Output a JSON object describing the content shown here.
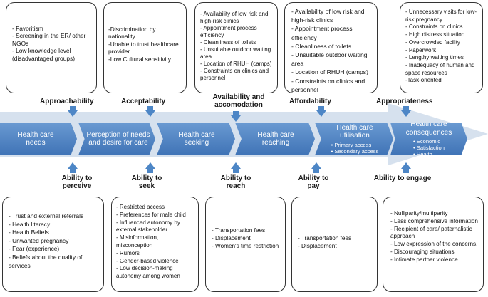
{
  "top_boxes": [
    {
      "items": [
        "- Favoritism",
        "- Screening in the ER/ other NGOs",
        "- Low knowledge level (disadvantaged groups)"
      ]
    },
    {
      "items": [
        "-Discrimination by nationality",
        "-Unable to trust healthcare provider",
        "-Low Cultural sensitivity"
      ]
    },
    {
      "items": [
        "- Availability of low risk and high-risk clinics",
        "- Appointment process efficiency",
        "- Cleanliness of toilets",
        "- Unsuitable outdoor waiting area",
        "- Location of RHUH (camps)",
        "- Constraints on clinics and personnel"
      ]
    },
    {
      "items": [
        "- Availability of low risk and high-risk clinics",
        "- Appointment process efficiency",
        "- Cleanliness of toilets",
        "- Unsuitable outdoor waiting area",
        "- Location of RHUH (camps)",
        "- Constraints on clinics and personnel"
      ]
    },
    {
      "items": [
        "- Unnecessary visits for low-risk pregnancy",
        "- Constraints on clinics",
        "- High distress situation",
        "- Overcrowded facility",
        "- Paperwork",
        "- Lengthy waiting times",
        "- Inadequacy of human and space resources",
        "-Task-oriented"
      ]
    }
  ],
  "top_labels": [
    "Approachability",
    "Acceptability",
    "Availability and accomodation",
    "Affordability",
    "Appropriateness"
  ],
  "stages": [
    {
      "title": "Health care needs"
    },
    {
      "title": "Perception of needs and desire for care"
    },
    {
      "title": "Health care seeking"
    },
    {
      "title": "Health care reaching"
    },
    {
      "title": "Health care utilisation",
      "items": [
        "• Primary access",
        "• Secondary access"
      ]
    },
    {
      "title": "Health care consequences",
      "items": [
        "• Economic",
        "• Satisfaction",
        "• Health"
      ]
    }
  ],
  "bottom_labels": [
    "Ability to perceive",
    "Ability to seek",
    "Ability to reach",
    "Ability to pay",
    "Ability to engage"
  ],
  "bottom_boxes": [
    {
      "items": [
        "- Trust and external referrals",
        "- Health literacy",
        "- Health Beliefs",
        "- Unwanted pregnancy",
        "- Fear (experience)",
        "- Beliefs about the quality of services"
      ]
    },
    {
      "items": [
        "- Restricted access",
        "- Preferences for male child",
        "- Influenced autonomy by external  stakeholder",
        "- Misinformation, misconception",
        "- Rumors",
        "- Gender-based violence",
        "- Low decision-making autonomy among women"
      ]
    },
    {
      "items": [
        "- Transportation fees",
        "- Displacement",
        "- Women's time restriction"
      ]
    },
    {
      "items": [
        "- Transportation fees",
        "- Displacement"
      ]
    },
    {
      "items": [
        "- Nulliparity/multiparity",
        "- Less comprehensive information",
        "- Recipient of care/ paternalistic approach",
        "-  Low expression of the concerns.",
        "- Discouraging situations",
        "- Intimate partner violence"
      ]
    }
  ],
  "colors": {
    "chevron_top": "#6a9ad2",
    "chevron_bottom": "#3f73b6",
    "band": "#d6e1ee",
    "arrow": "#4d86c6"
  }
}
